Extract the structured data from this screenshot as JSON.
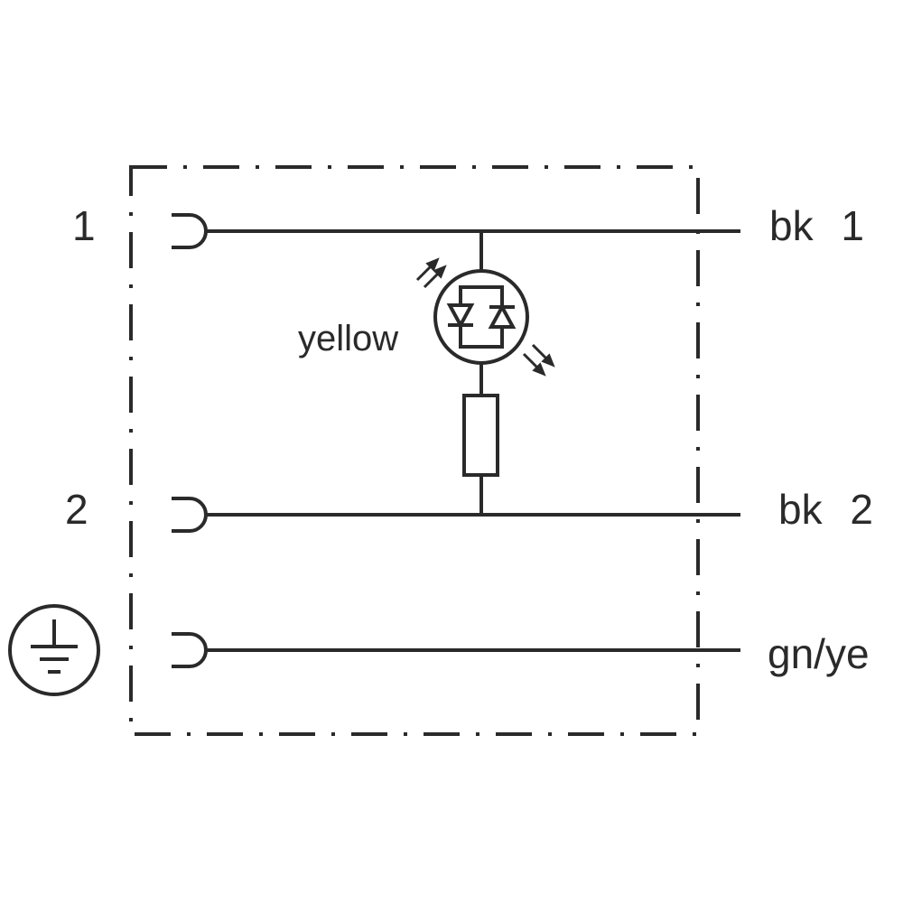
{
  "pins": {
    "pin1": "1",
    "pin2": "2"
  },
  "led": {
    "color_label": "yellow"
  },
  "wires": {
    "wire1": "bk 1",
    "wire2": "bk 2",
    "wire_ground": "gn/ye"
  },
  "symbols": {
    "ground": "protective-earth-icon",
    "led": "bicolor-led-icon",
    "resistor": "resistor-icon"
  },
  "colors": {
    "line": "#2a2a2a",
    "background": "#ffffff"
  }
}
